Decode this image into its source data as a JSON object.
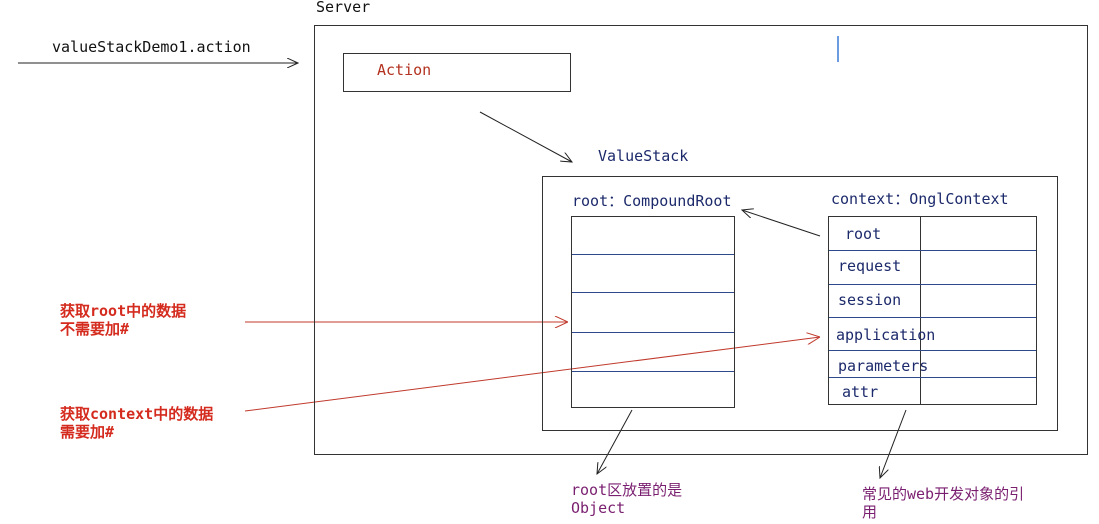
{
  "diagram": {
    "request_label": "valueStackDemo1.action",
    "server_label": "Server",
    "action_label": "Action",
    "valuestack_label": "ValueStack",
    "root_title": "root：CompoundRoot",
    "context_title": "context：OnglContext",
    "context_rows": [
      "root",
      "request",
      "session",
      "application",
      "parameters",
      "attr"
    ],
    "note_root_line1": "获取root中的数据",
    "note_root_line2": "不需要加#",
    "note_context_line1": "获取context中的数据",
    "note_context_line2": "需要加#",
    "root_desc_line1": "root区放置的是",
    "root_desc_line2": "Object",
    "context_desc_line1": "常见的web开发对象的引",
    "context_desc_line2": "用"
  }
}
